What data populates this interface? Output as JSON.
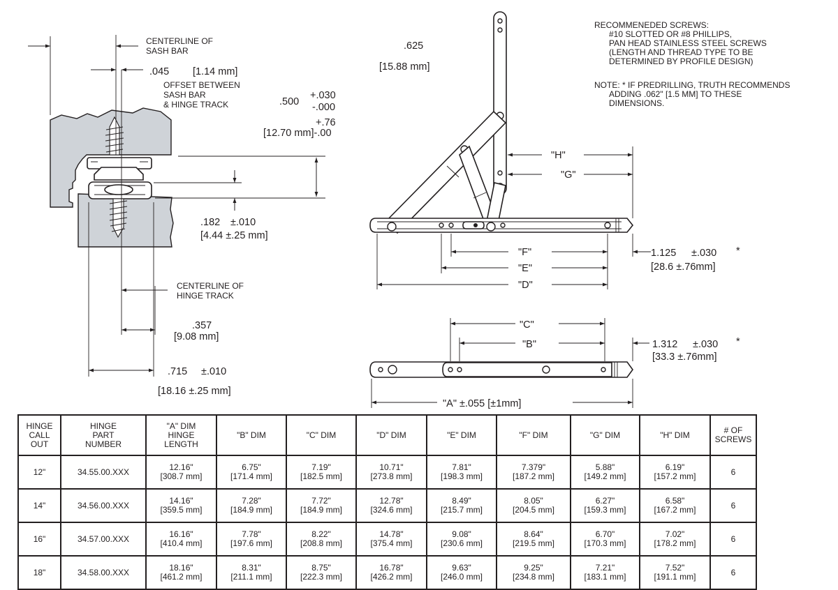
{
  "notes": {
    "sash_centerline": [
      "CENTERLINE OF",
      "SASH BAR"
    ],
    "offset_value": ".045",
    "offset_mm": "[1.14 mm]",
    "offset_label": [
      "OFFSET BETWEEN",
      "SASH BAR",
      "& HINGE TRACK"
    ],
    "height_value": ".500",
    "height_tol_plus": "+.030",
    "height_tol_minus": "-.000",
    "height_mm_tol_plus": "+.76",
    "height_mm": "[12.70 mm]-.00",
    "track_value": ".182",
    "track_tol": "±.010",
    "track_mm": "[4.44 ±.25 mm]",
    "hinge_centerline": [
      "CENTERLINE OF",
      "HINGE TRACK"
    ],
    "dim357_value": ".357",
    "dim357_mm": "[9.08 mm]",
    "dim715_value": ".715",
    "dim715_tol": "±.010",
    "dim715_mm": "[18.16 ±.25 mm]",
    "arm_width": ".625",
    "arm_width_mm": "[15.88 mm]",
    "screws_note": [
      "RECOMMENEDED SCREWS:",
      "#10 SLOTTED OR #8 PHILLIPS,",
      "PAN HEAD STAINLESS STEEL SCREWS",
      "(LENGTH AND THREAD TYPE TO BE",
      "DETERMINED BY PROFILE DESIGN)"
    ],
    "predrill_note": [
      "NOTE: * IF PREDRILLING, TRUTH RECOMMENDS",
      "ADDING .062\" [1.5 MM] TO THESE",
      "DIMENSIONS."
    ],
    "label_h": "\"H\"",
    "label_g": "\"G\"",
    "label_f": "\"F\"",
    "label_e": "\"E\"",
    "label_d": "\"D\"",
    "label_c": "\"C\"",
    "label_b": "\"B\"",
    "label_a": "\"A\" ±.055 [±1mm]",
    "dim1125_value": "1.125",
    "dim1125_tol": "±.030",
    "dim1125_mm": "[28.6 ±.76mm]",
    "dim1312_value": "1.312",
    "dim1312_tol": "±.030",
    "dim1312_mm": "[33.3 ±.76mm]",
    "asterisk": "*"
  },
  "table": {
    "headers": [
      [
        "HINGE",
        "CALL",
        "OUT"
      ],
      [
        "HINGE",
        "PART",
        "NUMBER"
      ],
      [
        "\"A\" DIM",
        "HINGE",
        "LENGTH"
      ],
      [
        "\"B\" DIM"
      ],
      [
        "\"C\" DIM"
      ],
      [
        "\"D\" DIM"
      ],
      [
        "\"E\" DIM"
      ],
      [
        "\"F\" DIM"
      ],
      [
        "\"G\" DIM"
      ],
      [
        "\"H\" DIM"
      ],
      [
        "# OF",
        "SCREWS"
      ]
    ],
    "rows": [
      [
        "12\"",
        "34.55.00.XXX",
        [
          "12.16\"",
          "[308.7 mm]"
        ],
        [
          "6.75\"",
          "[171.4 mm]"
        ],
        [
          "7.19\"",
          "[182.5 mm]"
        ],
        [
          "10.71\"",
          "[273.8 mm]"
        ],
        [
          "7.81\"",
          "[198.3 mm]"
        ],
        [
          "7.379\"",
          "[187.2 mm]"
        ],
        [
          "5.88\"",
          "[149.2 mm]"
        ],
        [
          "6.19\"",
          "[157.2 mm]"
        ],
        "6"
      ],
      [
        "14\"",
        "34.56.00.XXX",
        [
          "14.16\"",
          "[359.5 mm]"
        ],
        [
          "7.28\"",
          "[184.9 mm]"
        ],
        [
          "7.72\"",
          "[184.9 mm]"
        ],
        [
          "12.78\"",
          "[324.6 mm]"
        ],
        [
          "8.49\"",
          "[215.7 mm]"
        ],
        [
          "8.05\"",
          "[204.5 mm]"
        ],
        [
          "6.27\"",
          "[159.3 mm]"
        ],
        [
          "6.58\"",
          "[167.2 mm]"
        ],
        "6"
      ],
      [
        "16\"",
        "34.57.00.XXX",
        [
          "16.16\"",
          "[410.4 mm]"
        ],
        [
          "7.78\"",
          "[197.6 mm]"
        ],
        [
          "8.22\"",
          "[208.8 mm]"
        ],
        [
          "14.78\"",
          "[375.4 mm]"
        ],
        [
          "9.08\"",
          "[230.6 mm]"
        ],
        [
          "8.64\"",
          "[219.5 mm]"
        ],
        [
          "6.70\"",
          "[170.3 mm]"
        ],
        [
          "7.02\"",
          "[178.2 mm]"
        ],
        "6"
      ],
      [
        "18\"",
        "34.58.00.XXX",
        [
          "18.16\"",
          "[461.2 mm]"
        ],
        [
          "8.31\"",
          "[211.1 mm]"
        ],
        [
          "8.75\"",
          "[222.3 mm]"
        ],
        [
          "16.78\"",
          "[426.2 mm]"
        ],
        [
          "9.63\"",
          "[246.0 mm]"
        ],
        [
          "9.25\"",
          "[234.8 mm]"
        ],
        [
          "7.21\"",
          "[183.1 mm]"
        ],
        [
          "7.52\"",
          "[191.1 mm]"
        ],
        "6"
      ]
    ]
  }
}
